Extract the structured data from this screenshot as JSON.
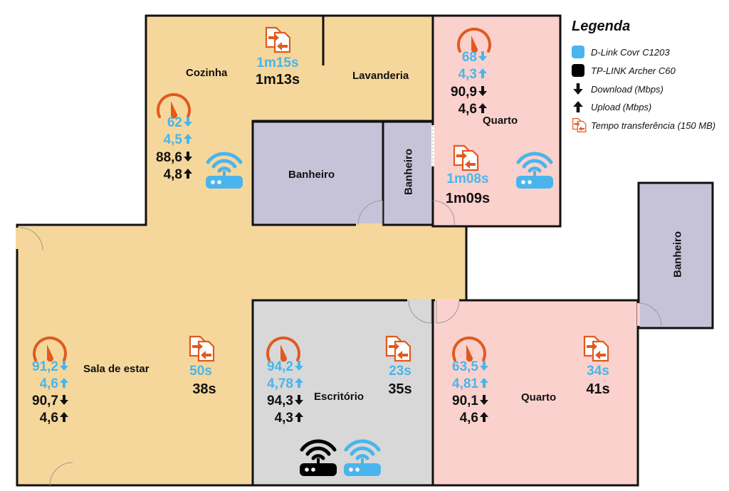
{
  "legend": {
    "title": "Legenda",
    "dlink": "D-Link Covr C1203",
    "tplink": "TP-LINK Archer C60",
    "download": "Download (Mbps)",
    "upload": "Upload (Mbps)",
    "transfer": "Tempo transferência (150 MB)",
    "colors": {
      "dlink": "#4ab5ec",
      "tplink": "#000000",
      "icon_orange": "#e05a1f"
    }
  },
  "rooms": {
    "cozinha": "Cozinha",
    "lavanderia": "Lavanderia",
    "banheiro1": "Banheiro",
    "banheiro2": "Banheiro",
    "banheiro3": "Banheiro",
    "quarto1": "Quarto",
    "quarto2": "Quarto",
    "sala": "Sala de estar",
    "escritorio": "Escritório"
  },
  "measurements": {
    "cozinha": {
      "dl_dlink": "62",
      "ul_dlink": "4,5",
      "dl_tplink": "88,6",
      "ul_tplink": "4,8",
      "time_dlink": "1m15s",
      "time_tplink": "1m13s"
    },
    "quarto1": {
      "dl_dlink": "68",
      "ul_dlink": "4,3",
      "dl_tplink": "90,9",
      "ul_tplink": "4,6",
      "time_dlink": "1m08s",
      "time_tplink": "1m09s"
    },
    "sala": {
      "dl_dlink": "91,2",
      "ul_dlink": "4,6",
      "dl_tplink": "90,7",
      "ul_tplink": "4,6",
      "time_dlink": "50s",
      "time_tplink": "38s"
    },
    "escritorio": {
      "dl_dlink": "94,2",
      "ul_dlink": "4,78",
      "dl_tplink": "94,3",
      "ul_tplink": "4,3",
      "time_dlink": "23s",
      "time_tplink": "35s"
    },
    "quarto2": {
      "dl_dlink": "63,5",
      "ul_dlink": "4,81",
      "dl_tplink": "90,1",
      "ul_tplink": "4,6",
      "time_dlink": "34s",
      "time_tplink": "41s"
    }
  },
  "icons": {
    "router": "wifi-router-icon",
    "speed": "speedometer-icon",
    "transfer": "file-transfer-icon",
    "download": "arrow-down-icon",
    "upload": "arrow-up-icon"
  }
}
